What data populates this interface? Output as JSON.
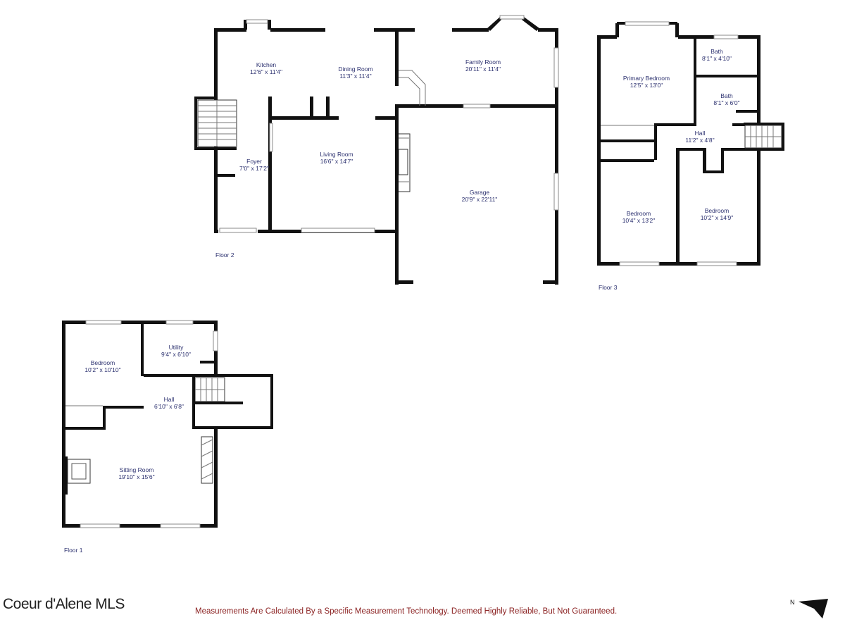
{
  "floors": [
    {
      "label": "Floor 2",
      "rooms": [
        {
          "name": "Kitchen",
          "dims": "12'6\" x 11'4\""
        },
        {
          "name": "Dining Room",
          "dims": "11'3\" x 11'4\""
        },
        {
          "name": "Family Room",
          "dims": "20'11\" x 11'4\""
        },
        {
          "name": "Foyer",
          "dims": "7'0\" x 17'2\""
        },
        {
          "name": "Living Room",
          "dims": "16'6\" x 14'7\""
        },
        {
          "name": "Garage",
          "dims": "20'9\" x 22'11\""
        }
      ]
    },
    {
      "label": "Floor 3",
      "rooms": [
        {
          "name": "Primary Bedroom",
          "dims": "12'5\" x 13'0\""
        },
        {
          "name": "Bath",
          "dims": "8'1\" x 4'10\""
        },
        {
          "name": "Bath",
          "dims": "8'1\" x 6'0\""
        },
        {
          "name": "Hall",
          "dims": "11'2\" x 4'8\""
        },
        {
          "name": "Bedroom",
          "dims": "10'4\" x 13'2\""
        },
        {
          "name": "Bedroom",
          "dims": "10'2\" x 14'9\""
        }
      ]
    },
    {
      "label": "Floor 1",
      "rooms": [
        {
          "name": "Bedroom",
          "dims": "10'2\" x 10'10\""
        },
        {
          "name": "Utility",
          "dims": "9'4\" x 6'10\""
        },
        {
          "name": "Hall",
          "dims": "6'10\" x 6'8\""
        },
        {
          "name": "Sitting Room",
          "dims": "19'10\" x 15'6\""
        }
      ]
    }
  ],
  "brand": "Coeur d'Alene MLS",
  "disclaimer": "Measurements Are Calculated By a Specific Measurement Technology. Deemed Highly Reliable, But Not Guaranteed.",
  "north_label": "N"
}
